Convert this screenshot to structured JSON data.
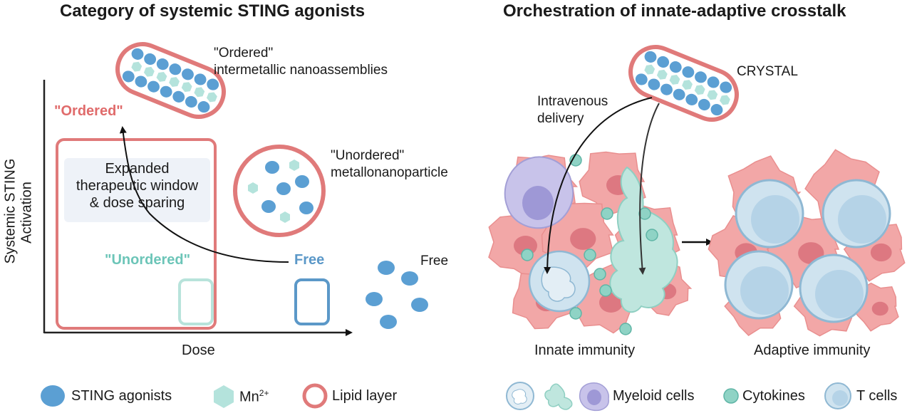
{
  "left_panel": {
    "title": "Category of systemic STING agonists",
    "ordered_caption_line1": "\"Ordered\"",
    "ordered_caption_line2": "intermetallic nanoassemblies",
    "unordered_caption_line1": "\"Unordered\"",
    "unordered_caption_line2": "metallonanoparticle",
    "free_caption": "Free",
    "tag_ordered": "\"Ordered\"",
    "tag_unordered": "\"Unordered\"",
    "tag_free": "Free",
    "window_line1": "Expanded",
    "window_line2": "therapeutic window",
    "window_line3": "& dose sparing",
    "y_axis_line1": "Systemic STING",
    "y_axis_line2": "Activation",
    "x_axis": "Dose"
  },
  "right_panel": {
    "title": "Orchestration of innate-adaptive crosstalk",
    "crystal_label": "CRYSTAL",
    "delivery_line1": "Intravenous",
    "delivery_line2": "delivery",
    "innate_label": "Innate immunity",
    "adaptive_label": "Adaptive immunity"
  },
  "legend_left": {
    "sting": "STING agonists",
    "mn_base": "Mn",
    "mn_sup": "2+",
    "lipid": "Lipid layer"
  },
  "legend_right": {
    "myeloid": "Myeloid cells",
    "cytokines": "Cytokines",
    "tcells": "T cells"
  },
  "colors": {
    "lipid": "#e07a7a",
    "sting_blue": "#5b9fd3",
    "mn_teal": "#b4e3dc",
    "free_blue": "#5b98c8",
    "unordered_teal": "#6cc5b8",
    "ordered_red": "#e06b6b",
    "tumor_pink": "#f2a7a7",
    "tumor_dark": "#d9707a",
    "tcell_fill": "#cfe3ef",
    "tcell_edge": "#8fb8d3",
    "myeloid_purple": "#c8c3ea",
    "dendritic_teal": "#bfe6de",
    "cytokine_teal": "#8fd3c5"
  }
}
